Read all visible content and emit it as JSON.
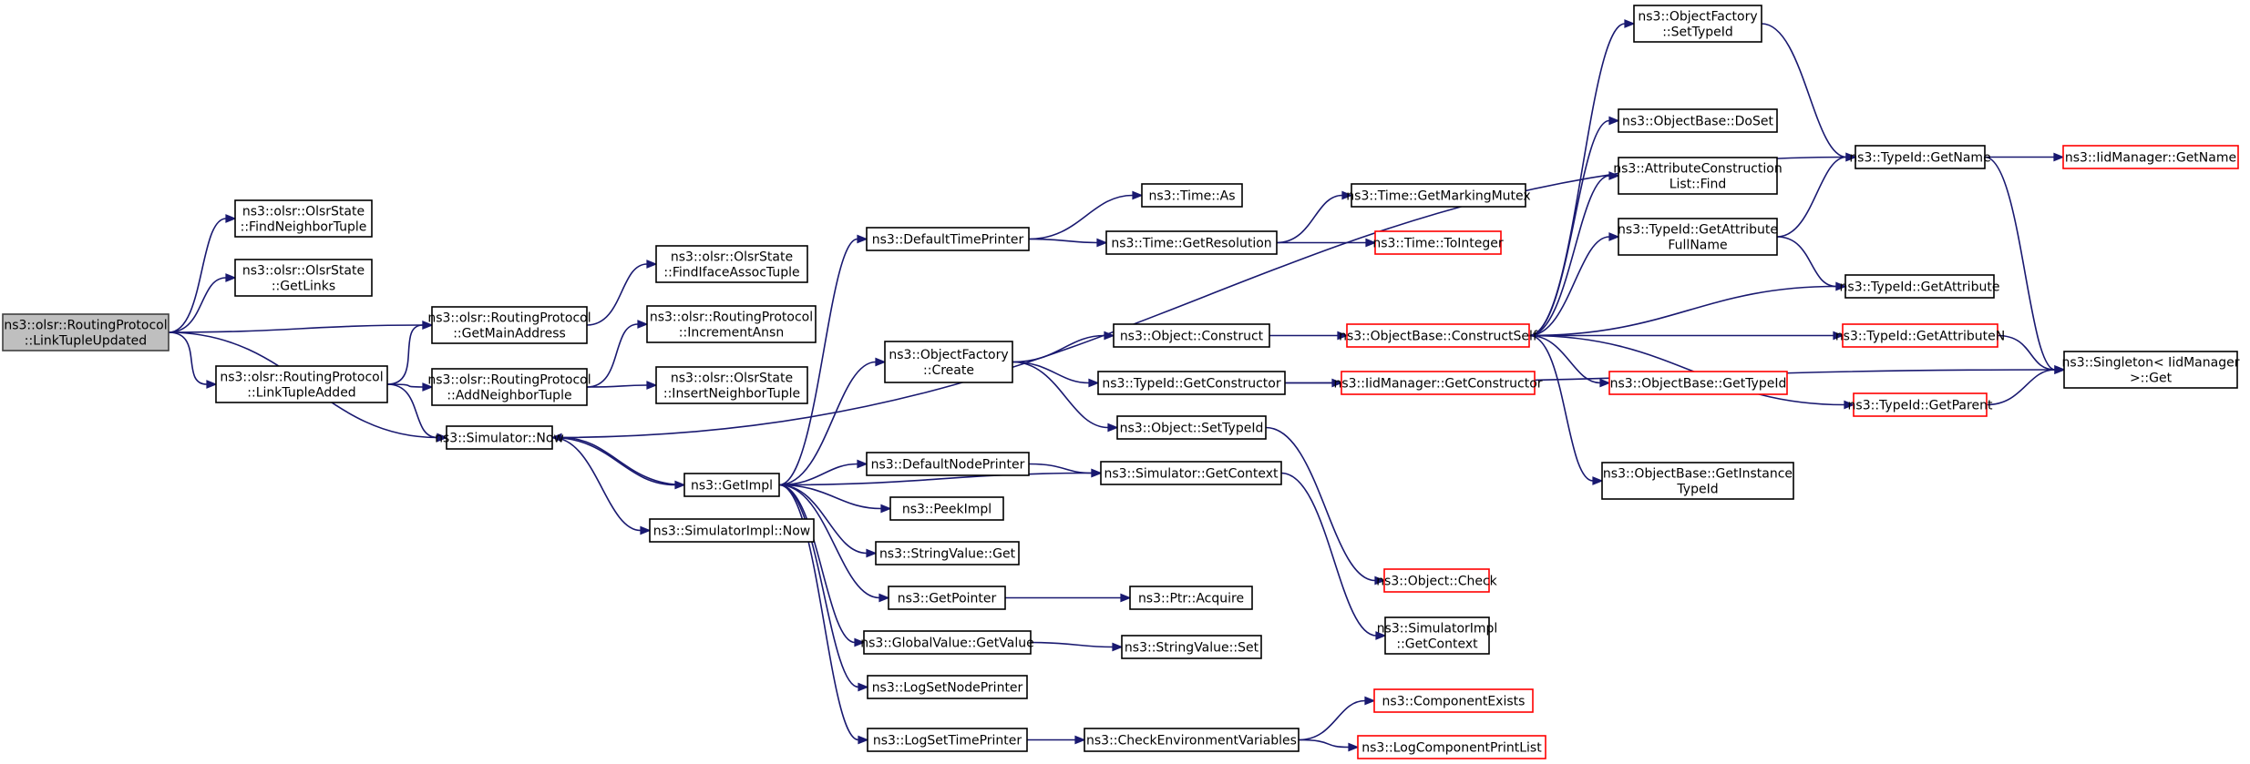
{
  "graph": {
    "nodes": [
      {
        "id": "root",
        "lines": [
          "ns3::olsr::RoutingProtocol",
          "::LinkTupleUpdated"
        ],
        "style": "root"
      },
      {
        "id": "findNeighbor",
        "lines": [
          "ns3::olsr::OlsrState",
          "::FindNeighborTuple"
        ],
        "style": "normal"
      },
      {
        "id": "getLinks",
        "lines": [
          "ns3::olsr::OlsrState",
          "::GetLinks"
        ],
        "style": "normal"
      },
      {
        "id": "getMainAddr",
        "lines": [
          "ns3::olsr::RoutingProtocol",
          "::GetMainAddress"
        ],
        "style": "normal"
      },
      {
        "id": "linkTupleAdded",
        "lines": [
          "ns3::olsr::RoutingProtocol",
          "::LinkTupleAdded"
        ],
        "style": "normal"
      },
      {
        "id": "addNeighbor",
        "lines": [
          "ns3::olsr::RoutingProtocol",
          "::AddNeighborTuple"
        ],
        "style": "normal"
      },
      {
        "id": "simNow",
        "lines": [
          "ns3::Simulator::Now"
        ],
        "style": "normal"
      },
      {
        "id": "findIface",
        "lines": [
          "ns3::olsr::OlsrState",
          "::FindIfaceAssocTuple"
        ],
        "style": "normal"
      },
      {
        "id": "incAnsn",
        "lines": [
          "ns3::olsr::RoutingProtocol",
          "::IncrementAnsn"
        ],
        "style": "normal"
      },
      {
        "id": "insertNeighbor",
        "lines": [
          "ns3::olsr::OlsrState",
          "::InsertNeighborTuple"
        ],
        "style": "normal"
      },
      {
        "id": "getImpl",
        "lines": [
          "ns3::GetImpl"
        ],
        "style": "normal"
      },
      {
        "id": "simImplNow",
        "lines": [
          "ns3::SimulatorImpl::Now"
        ],
        "style": "normal"
      },
      {
        "id": "defTimePrinter",
        "lines": [
          "ns3::DefaultTimePrinter"
        ],
        "style": "normal"
      },
      {
        "id": "objFactoryCreate",
        "lines": [
          "ns3::ObjectFactory",
          "::Create"
        ],
        "style": "normal"
      },
      {
        "id": "defNodePrinter",
        "lines": [
          "ns3::DefaultNodePrinter"
        ],
        "style": "normal"
      },
      {
        "id": "peekImpl",
        "lines": [
          "ns3::PeekImpl"
        ],
        "style": "normal"
      },
      {
        "id": "strValGet",
        "lines": [
          "ns3::StringValue::Get"
        ],
        "style": "normal"
      },
      {
        "id": "getPointer",
        "lines": [
          "ns3::GetPointer"
        ],
        "style": "normal"
      },
      {
        "id": "gvGetValue",
        "lines": [
          "ns3::GlobalValue::GetValue"
        ],
        "style": "normal"
      },
      {
        "id": "logSetNode",
        "lines": [
          "ns3::LogSetNodePrinter"
        ],
        "style": "normal"
      },
      {
        "id": "logSetTime",
        "lines": [
          "ns3::LogSetTimePrinter"
        ],
        "style": "normal"
      },
      {
        "id": "timeAs",
        "lines": [
          "ns3::Time::As"
        ],
        "style": "normal"
      },
      {
        "id": "timeGetRes",
        "lines": [
          "ns3::Time::GetResolution"
        ],
        "style": "normal"
      },
      {
        "id": "objConstruct",
        "lines": [
          "ns3::Object::Construct"
        ],
        "style": "normal"
      },
      {
        "id": "tidGetCtor",
        "lines": [
          "ns3::TypeId::GetConstructor"
        ],
        "style": "normal"
      },
      {
        "id": "objSetTypeId",
        "lines": [
          "ns3::Object::SetTypeId"
        ],
        "style": "normal"
      },
      {
        "id": "simGetContext",
        "lines": [
          "ns3::Simulator::GetContext"
        ],
        "style": "normal"
      },
      {
        "id": "ptrAcquire",
        "lines": [
          "ns3::Ptr::Acquire"
        ],
        "style": "normal"
      },
      {
        "id": "strValSet",
        "lines": [
          "ns3::StringValue::Set"
        ],
        "style": "normal"
      },
      {
        "id": "checkEnv",
        "lines": [
          "ns3::CheckEnvironmentVariables"
        ],
        "style": "normal"
      },
      {
        "id": "timeGetMarking",
        "lines": [
          "ns3::Time::GetMarkingMutex"
        ],
        "style": "normal"
      },
      {
        "id": "timeToInteger",
        "lines": [
          "ns3::Time::ToInteger"
        ],
        "style": "trunc"
      },
      {
        "id": "obConstructSelf",
        "lines": [
          "ns3::ObjectBase::ConstructSelf"
        ],
        "style": "trunc"
      },
      {
        "id": "iidGetCtor",
        "lines": [
          "ns3::IidManager::GetConstructor"
        ],
        "style": "trunc"
      },
      {
        "id": "objCheck",
        "lines": [
          "ns3::Object::Check"
        ],
        "style": "trunc"
      },
      {
        "id": "simImplGetContext",
        "lines": [
          "ns3::SimulatorImpl",
          "::GetContext"
        ],
        "style": "normal"
      },
      {
        "id": "compExists",
        "lines": [
          "ns3::ComponentExists"
        ],
        "style": "trunc"
      },
      {
        "id": "logCompPrint",
        "lines": [
          "ns3::LogComponentPrintList"
        ],
        "style": "trunc"
      },
      {
        "id": "ofSetTypeId",
        "lines": [
          "ns3::ObjectFactory",
          "::SetTypeId"
        ],
        "style": "normal"
      },
      {
        "id": "obDoSet",
        "lines": [
          "ns3::ObjectBase::DoSet"
        ],
        "style": "normal"
      },
      {
        "id": "attrConstrFind",
        "lines": [
          "ns3::AttributeConstruction",
          "List::Find"
        ],
        "style": "normal"
      },
      {
        "id": "tidGetAttrFull",
        "lines": [
          "ns3::TypeId::GetAttribute",
          "FullName"
        ],
        "style": "normal"
      },
      {
        "id": "obGetTypeId",
        "lines": [
          "ns3::ObjectBase::GetTypeId"
        ],
        "style": "trunc"
      },
      {
        "id": "obGetInstTid",
        "lines": [
          "ns3::ObjectBase::GetInstance",
          "TypeId"
        ],
        "style": "normal"
      },
      {
        "id": "tidGetName",
        "lines": [
          "ns3::TypeId::GetName"
        ],
        "style": "normal"
      },
      {
        "id": "tidGetAttr",
        "lines": [
          "ns3::TypeId::GetAttribute"
        ],
        "style": "normal"
      },
      {
        "id": "tidGetAttrN",
        "lines": [
          "ns3::TypeId::GetAttributeN"
        ],
        "style": "trunc"
      },
      {
        "id": "tidGetParent",
        "lines": [
          "ns3::TypeId::GetParent"
        ],
        "style": "trunc"
      },
      {
        "id": "iidGetName",
        "lines": [
          "ns3::IidManager::GetName"
        ],
        "style": "trunc"
      },
      {
        "id": "singletonGet",
        "lines": [
          "ns3::Singleton< IidManager",
          ">::Get"
        ],
        "style": "normal"
      }
    ],
    "edges": [
      [
        "root",
        "findNeighbor"
      ],
      [
        "root",
        "getLinks"
      ],
      [
        "root",
        "getMainAddr"
      ],
      [
        "root",
        "linkTupleAdded"
      ],
      [
        "root",
        "simNow"
      ],
      [
        "linkTupleAdded",
        "getMainAddr"
      ],
      [
        "linkTupleAdded",
        "addNeighbor"
      ],
      [
        "linkTupleAdded",
        "simNow"
      ],
      [
        "getMainAddr",
        "findIface"
      ],
      [
        "addNeighbor",
        "incAnsn"
      ],
      [
        "addNeighbor",
        "insertNeighbor"
      ],
      [
        "simNow",
        "getImpl"
      ],
      [
        "simNow",
        "simImplNow"
      ],
      [
        "simNow",
        "tidGetName"
      ],
      [
        "getImpl",
        "simNow"
      ],
      [
        "getImpl",
        "defTimePrinter"
      ],
      [
        "getImpl",
        "objFactoryCreate"
      ],
      [
        "getImpl",
        "defNodePrinter"
      ],
      [
        "getImpl",
        "peekImpl"
      ],
      [
        "getImpl",
        "strValGet"
      ],
      [
        "getImpl",
        "getPointer"
      ],
      [
        "getImpl",
        "gvGetValue"
      ],
      [
        "getImpl",
        "logSetNode"
      ],
      [
        "getImpl",
        "logSetTime"
      ],
      [
        "getImpl",
        "simGetContext"
      ],
      [
        "defTimePrinter",
        "timeAs"
      ],
      [
        "defTimePrinter",
        "timeGetRes"
      ],
      [
        "timeGetRes",
        "timeGetMarking"
      ],
      [
        "timeGetRes",
        "timeToInteger"
      ],
      [
        "objFactoryCreate",
        "objConstruct"
      ],
      [
        "objFactoryCreate",
        "tidGetCtor"
      ],
      [
        "objFactoryCreate",
        "objSetTypeId"
      ],
      [
        "defNodePrinter",
        "simGetContext"
      ],
      [
        "getPointer",
        "ptrAcquire"
      ],
      [
        "gvGetValue",
        "strValSet"
      ],
      [
        "logSetTime",
        "checkEnv"
      ],
      [
        "checkEnv",
        "compExists"
      ],
      [
        "checkEnv",
        "logCompPrint"
      ],
      [
        "objConstruct",
        "obConstructSelf"
      ],
      [
        "tidGetCtor",
        "iidGetCtor"
      ],
      [
        "tidGetCtor",
        "singletonGet"
      ],
      [
        "objSetTypeId",
        "objCheck"
      ],
      [
        "simGetContext",
        "simImplGetContext"
      ],
      [
        "obConstructSelf",
        "ofSetTypeId"
      ],
      [
        "obConstructSelf",
        "obDoSet"
      ],
      [
        "obConstructSelf",
        "attrConstrFind"
      ],
      [
        "obConstructSelf",
        "tidGetAttrFull"
      ],
      [
        "obConstructSelf",
        "tidGetAttr"
      ],
      [
        "obConstructSelf",
        "tidGetAttrN"
      ],
      [
        "obConstructSelf",
        "obGetTypeId"
      ],
      [
        "obConstructSelf",
        "tidGetParent"
      ],
      [
        "obConstructSelf",
        "obGetInstTid"
      ],
      [
        "ofSetTypeId",
        "tidGetName"
      ],
      [
        "tidGetAttrFull",
        "tidGetName"
      ],
      [
        "tidGetAttrFull",
        "tidGetAttr"
      ],
      [
        "tidGetName",
        "iidGetName"
      ],
      [
        "tidGetName",
        "singletonGet"
      ],
      [
        "tidGetAttrN",
        "singletonGet"
      ],
      [
        "tidGetParent",
        "singletonGet"
      ]
    ]
  }
}
